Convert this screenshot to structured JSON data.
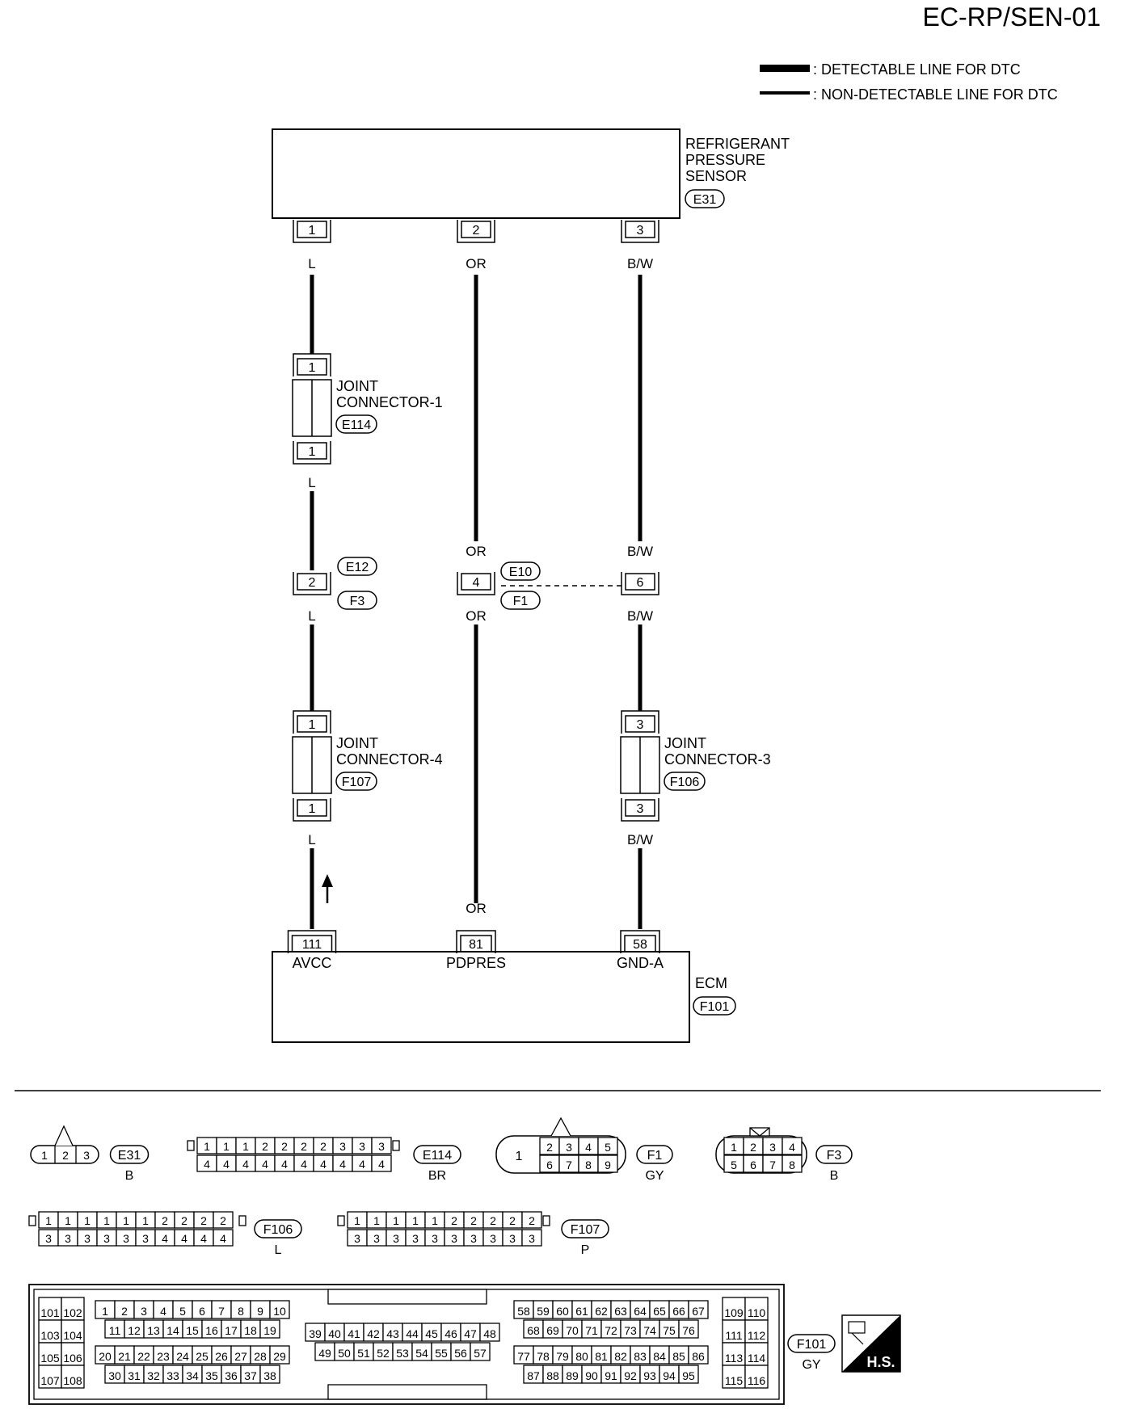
{
  "page_title": "EC-RP/SEN-01",
  "legend": {
    "detectable": ": DETECTABLE LINE FOR DTC",
    "non_detectable": ": NON-DETECTABLE LINE FOR DTC"
  },
  "sensor": {
    "name_lines": [
      "REFRIGERANT",
      "PRESSURE",
      "SENSOR"
    ],
    "connector": "E31",
    "pins": [
      "1",
      "2",
      "3"
    ]
  },
  "wires": {
    "left_color": "L",
    "mid_color": "OR",
    "right_color": "B/W"
  },
  "joint1": {
    "lines": [
      "JOINT",
      "CONNECTOR-1"
    ],
    "connector": "E114",
    "pin_top": "1",
    "pin_bottom": "1"
  },
  "harness": {
    "left_pin": "2",
    "mid_pin": "4",
    "right_pin": "6",
    "left_top": "E12",
    "left_bottom": "F3",
    "mid_top": "E10",
    "mid_bottom": "F1"
  },
  "joint4": {
    "lines": [
      "JOINT",
      "CONNECTOR-4"
    ],
    "connector": "F107",
    "pin_top": "1",
    "pin_bottom": "1"
  },
  "joint3": {
    "lines": [
      "JOINT",
      "CONNECTOR-3"
    ],
    "connector": "F106",
    "pin_top": "3",
    "pin_bottom": "3"
  },
  "ecm": {
    "name": "ECM",
    "connector": "F101",
    "pins": [
      "111",
      "81",
      "58"
    ],
    "terminals": [
      "AVCC",
      "PDPRES",
      "GND-A"
    ]
  },
  "connector_views": {
    "e31": {
      "id": "E31",
      "color": "B",
      "pins": [
        "1",
        "2",
        "3"
      ]
    },
    "e114": {
      "id": "E114",
      "color": "BR",
      "top": [
        "1",
        "1",
        "1",
        "2",
        "2",
        "2",
        "2",
        "3",
        "3",
        "3"
      ],
      "bottom": [
        "4",
        "4",
        "4",
        "4",
        "4",
        "4",
        "4",
        "4",
        "4",
        "4"
      ]
    },
    "f1": {
      "id": "F1",
      "color": "GY",
      "big": "1",
      "top": [
        "2",
        "3",
        "4",
        "5"
      ],
      "bottom": [
        "6",
        "7",
        "8",
        "9"
      ]
    },
    "f3": {
      "id": "F3",
      "color": "B",
      "top": [
        "1",
        "2",
        "3",
        "4"
      ],
      "bottom": [
        "5",
        "6",
        "7",
        "8"
      ]
    },
    "f106": {
      "id": "F106",
      "color": "L",
      "top": [
        "1",
        "1",
        "1",
        "1",
        "1",
        "1",
        "2",
        "2",
        "2",
        "2"
      ],
      "bottom": [
        "3",
        "3",
        "3",
        "3",
        "3",
        "3",
        "4",
        "4",
        "4",
        "4"
      ]
    },
    "f107": {
      "id": "F107",
      "color": "P",
      "top": [
        "1",
        "1",
        "1",
        "1",
        "1",
        "2",
        "2",
        "2",
        "2",
        "2"
      ],
      "bottom": [
        "3",
        "3",
        "3",
        "3",
        "3",
        "3",
        "3",
        "3",
        "3",
        "3"
      ]
    },
    "f101": {
      "id": "F101",
      "color": "GY",
      "col_a": [
        [
          "101",
          "102"
        ],
        [
          "103",
          "104"
        ],
        [
          "105",
          "106"
        ],
        [
          "107",
          "108"
        ]
      ],
      "r1": [
        "1",
        "2",
        "3",
        "4",
        "5",
        "6",
        "7",
        "8",
        "9",
        "10"
      ],
      "r2": [
        "11",
        "12",
        "13",
        "14",
        "15",
        "16",
        "17",
        "18",
        "19"
      ],
      "r3": [
        "20",
        "21",
        "22",
        "23",
        "24",
        "25",
        "26",
        "27",
        "28",
        "29"
      ],
      "r4": [
        "30",
        "31",
        "32",
        "33",
        "34",
        "35",
        "36",
        "37",
        "38"
      ],
      "m1": [
        "39",
        "40",
        "41",
        "42",
        "43",
        "44",
        "45",
        "46",
        "47",
        "48"
      ],
      "m2": [
        "49",
        "50",
        "51",
        "52",
        "53",
        "54",
        "55",
        "56",
        "57"
      ],
      "s1": [
        "58",
        "59",
        "60",
        "61",
        "62",
        "63",
        "64",
        "65",
        "66",
        "67"
      ],
      "s2": [
        "68",
        "69",
        "70",
        "71",
        "72",
        "73",
        "74",
        "75",
        "76"
      ],
      "s3": [
        "77",
        "78",
        "79",
        "80",
        "81",
        "82",
        "83",
        "84",
        "85",
        "86"
      ],
      "s4": [
        "87",
        "88",
        "89",
        "90",
        "91",
        "92",
        "93",
        "94",
        "95"
      ],
      "col_b": [
        [
          "109",
          "110"
        ],
        [
          "111",
          "112"
        ],
        [
          "113",
          "114"
        ],
        [
          "115",
          "116"
        ]
      ]
    },
    "hs_label": "H.S."
  }
}
